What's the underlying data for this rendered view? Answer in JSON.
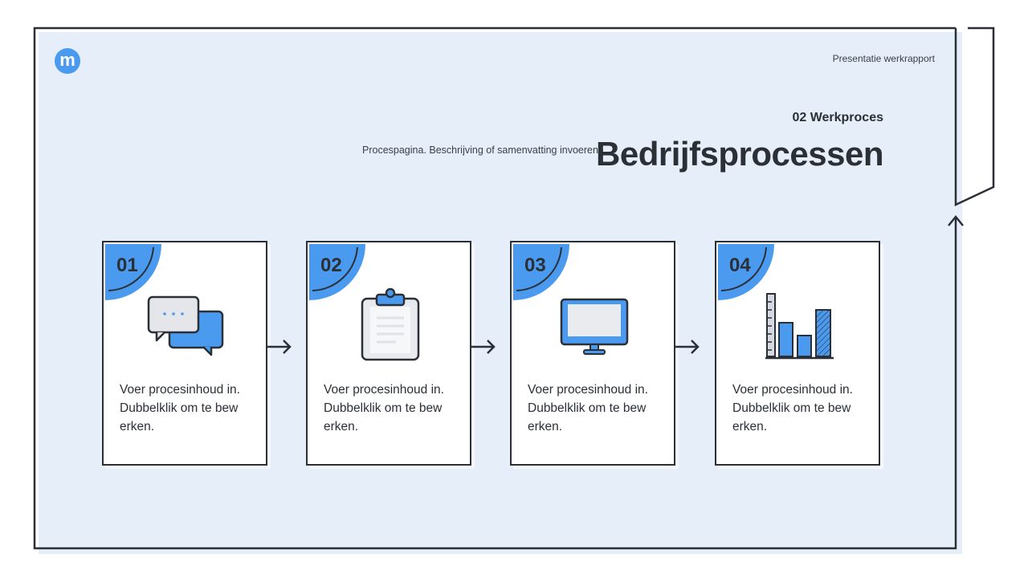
{
  "header": {
    "report_label": "Presentatie werkrapport",
    "section_label": "02 Werkproces",
    "subtitle": "Procespagina. Beschrijving of samenvatting invoeren.",
    "title": "Bedrijfsprocessen"
  },
  "logo": {
    "letter": "m"
  },
  "colors": {
    "accent": "#4a9bf0",
    "frame": "#2b2f36",
    "background": "#e6eef9"
  },
  "steps": [
    {
      "number": "01",
      "icon": "chat-bubbles-icon",
      "text": "Voer procesinhoud in. Dubbelklik om te bew erken."
    },
    {
      "number": "02",
      "icon": "clipboard-icon",
      "text": "Voer procesinhoud in. Dubbelklik om te bew erken."
    },
    {
      "number": "03",
      "icon": "monitor-icon",
      "text": "Voer procesinhoud in. Dubbelklik om te bew erken."
    },
    {
      "number": "04",
      "icon": "bar-chart-icon",
      "text": "Voer procesinhoud in. Dubbelklik om te bew erken."
    }
  ]
}
